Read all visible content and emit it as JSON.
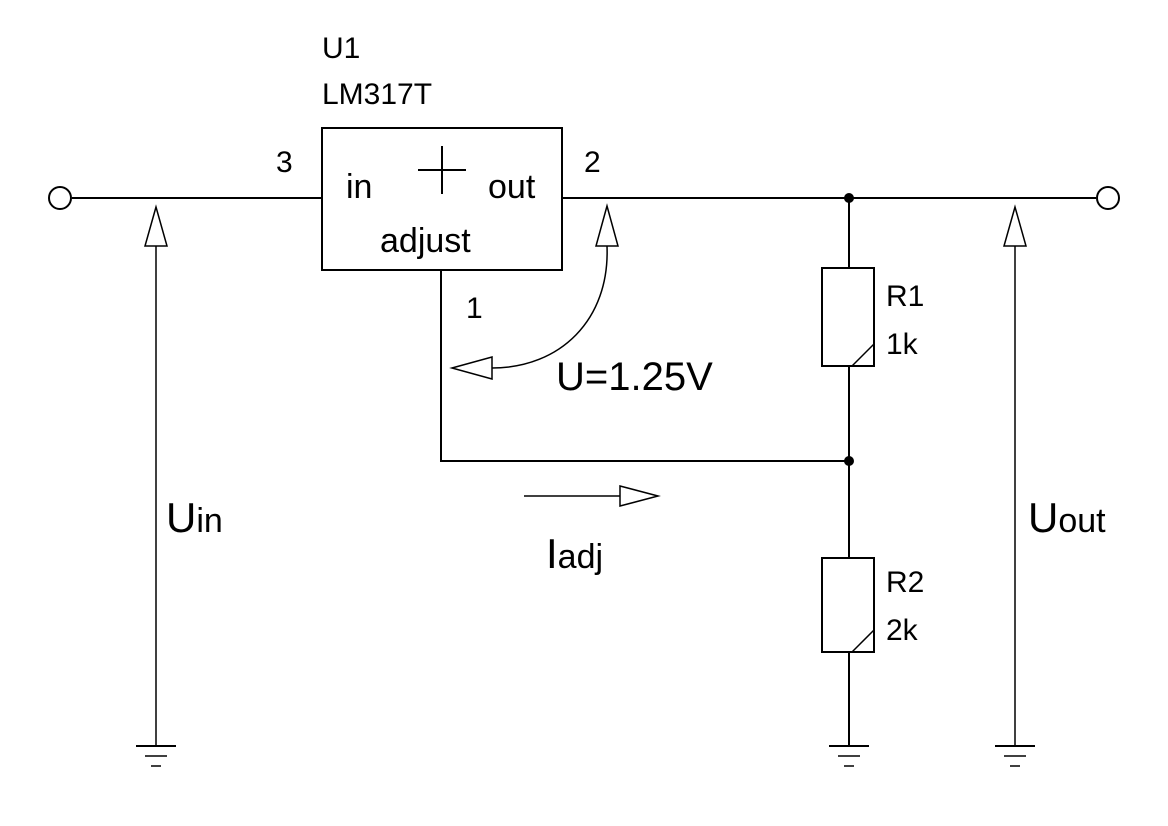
{
  "regulator": {
    "ref": "U1",
    "part": "LM317T",
    "pin_in_number": "3",
    "pin_out_number": "2",
    "pin_adj_number": "1",
    "in_label": "in",
    "out_label": "out",
    "adj_label": "adjust"
  },
  "resistors": [
    {
      "ref": "R1",
      "value": "1k"
    },
    {
      "ref": "R2",
      "value": "2k"
    }
  ],
  "annotations": {
    "reference_voltage": "U=1.25V",
    "input_voltage_main": "U",
    "input_voltage_sub": "in",
    "output_voltage_main": "U",
    "output_voltage_sub": "out",
    "adjust_current_main": "I",
    "adjust_current_sub": "adj"
  },
  "colors": {
    "line": "#000000",
    "background": "#ffffff"
  }
}
